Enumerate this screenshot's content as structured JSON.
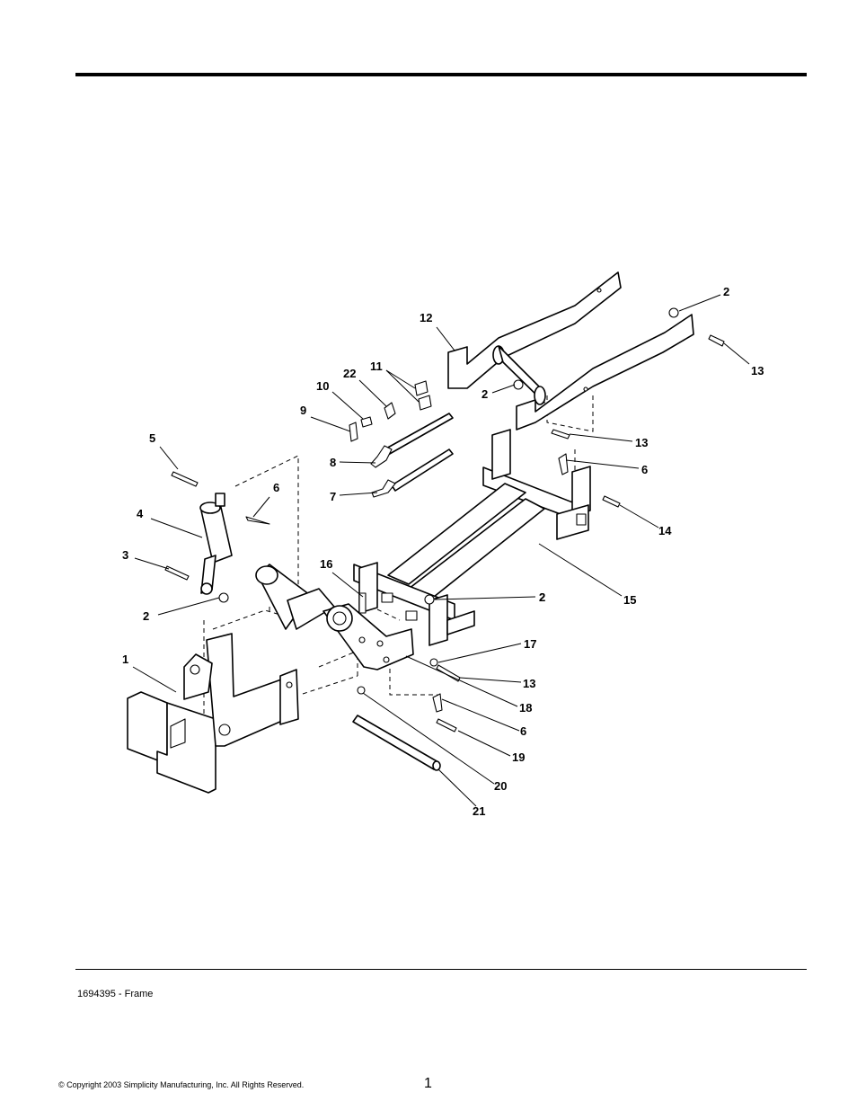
{
  "document": {
    "caption": "1694395 - Frame",
    "copyright": "© Copyright 2003 Simplicity Manufacturing, Inc. All Rights Reserved.",
    "page_number": "1"
  },
  "callouts": [
    {
      "label": "1"
    },
    {
      "label": "2"
    },
    {
      "label": "3"
    },
    {
      "label": "4"
    },
    {
      "label": "5"
    },
    {
      "label": "6"
    },
    {
      "label": "2"
    },
    {
      "label": "7"
    },
    {
      "label": "8"
    },
    {
      "label": "9"
    },
    {
      "label": "10"
    },
    {
      "label": "22"
    },
    {
      "label": "11"
    },
    {
      "label": "12"
    },
    {
      "label": "2"
    },
    {
      "label": "2"
    },
    {
      "label": "13"
    },
    {
      "label": "13"
    },
    {
      "label": "6"
    },
    {
      "label": "14"
    },
    {
      "label": "15"
    },
    {
      "label": "2"
    },
    {
      "label": "16"
    },
    {
      "label": "17"
    },
    {
      "label": "13"
    },
    {
      "label": "18"
    },
    {
      "label": "6"
    },
    {
      "label": "19"
    },
    {
      "label": "20"
    },
    {
      "label": "21"
    }
  ]
}
